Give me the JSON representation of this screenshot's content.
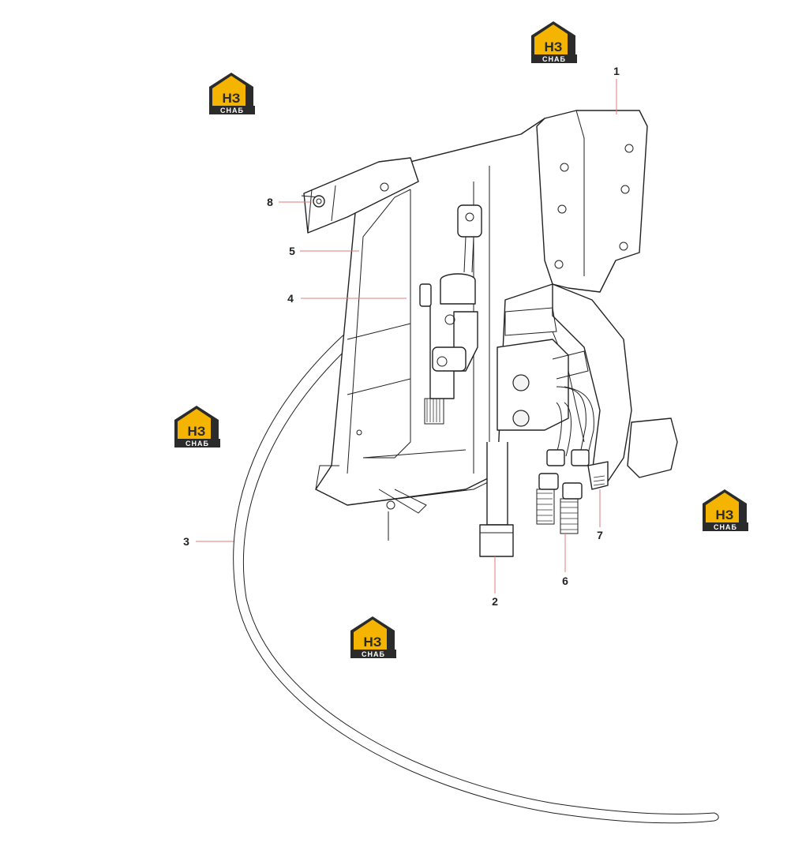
{
  "watermark": {
    "top_text": "НЗ",
    "bottom_text": "СНАБ",
    "accent_color": "#f5b400",
    "dark_color": "#2b2b2b"
  },
  "callouts": [
    {
      "label": "1",
      "part": "bracket-plate"
    },
    {
      "label": "2",
      "part": "rod-bottom"
    },
    {
      "label": "3",
      "part": "cable-hose"
    },
    {
      "label": "4",
      "part": "master-cylinder"
    },
    {
      "label": "5",
      "part": "pedal-frame"
    },
    {
      "label": "6",
      "part": "hydraulic-fitting"
    },
    {
      "label": "7",
      "part": "pedal-pad-fitting"
    },
    {
      "label": "8",
      "part": "bolt"
    }
  ],
  "colors": {
    "leader_line": "#e07a7a",
    "line_art": "#222222"
  }
}
